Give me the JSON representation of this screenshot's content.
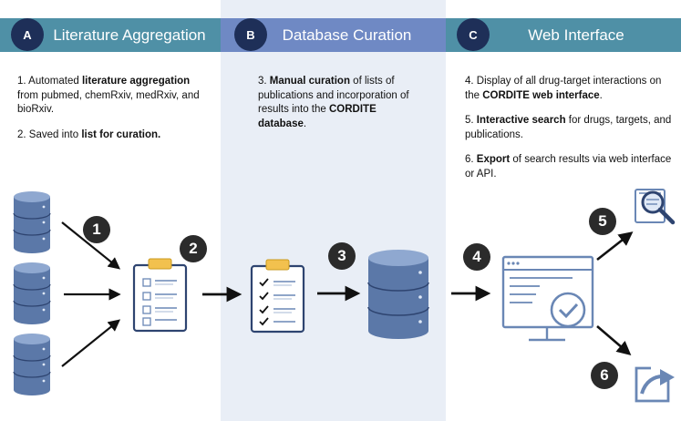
{
  "sections": [
    {
      "badge": "A",
      "title": "Literature Aggregation"
    },
    {
      "badge": "B",
      "title": "Database Curation"
    },
    {
      "badge": "C",
      "title": "Web Interface"
    }
  ],
  "text_a": {
    "s1_pre": "1. Automated ",
    "s1_bold": "literature aggregation",
    "s1_post": " from pubmed, chemRxiv, medRxiv, and bioRxiv.",
    "s2_pre": "2. Saved into ",
    "s2_bold": "list for curation."
  },
  "text_b": {
    "s3_pre": "3. ",
    "s3_bold": "Manual curation",
    "s3_mid": " of lists of publications and incorporation of results into the ",
    "s3_bold2": "CORDITE database",
    "s3_post": "."
  },
  "text_c": {
    "s4_pre": "4. Display of all drug-target interactions on the ",
    "s4_bold": "CORDITE web interface",
    "s4_post": ".",
    "s5_pre": "5. ",
    "s5_bold": "Interactive search",
    "s5_post": " for drugs, targets, and publications.",
    "s6_pre": "6. ",
    "s6_bold": "Export",
    "s6_post": " of search results via web interface or API."
  },
  "step_numbers": [
    "1",
    "2",
    "3",
    "4",
    "5",
    "6"
  ],
  "colors": {
    "teal_banner": "#4f90a6",
    "blue_banner": "#6f89c4",
    "badge": "#1e2f58",
    "middle_panel": "#e9eef6",
    "icon_blue": "#6a87b5"
  }
}
